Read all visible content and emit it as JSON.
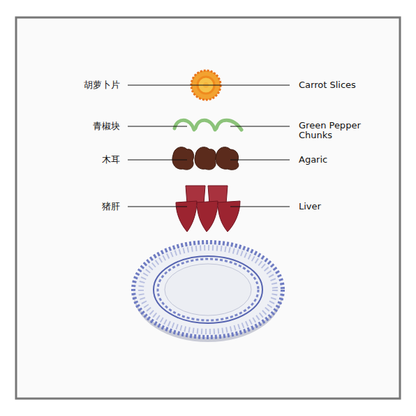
{
  "diagram": {
    "labels": [
      "胡萝卜片",
      "Carrot Slices",
      "青椒块",
      "Green Pepper Chunks",
      "木耳",
      "Agaric",
      "猪肝",
      "Liver"
    ]
  }
}
